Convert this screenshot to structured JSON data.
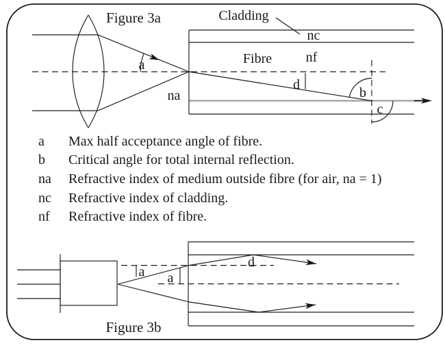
{
  "figure_3a": {
    "title": "Figure 3a",
    "labels": {
      "cladding": "Cladding",
      "nc": "nc",
      "fibre": "Fibre",
      "nf": "nf",
      "a": "a",
      "na": "na",
      "d": "d",
      "b": "b",
      "c": "c"
    }
  },
  "legend": {
    "items": [
      {
        "symbol": "a",
        "description": "Max half acceptance angle of fibre."
      },
      {
        "symbol": "b",
        "description": "Critical angle for total internal reflection."
      },
      {
        "symbol": "na",
        "description": "Refractive index of medium outside fibre (for air, na = 1)"
      },
      {
        "symbol": "nc",
        "description": "Refractive index of cladding."
      },
      {
        "symbol": "nf",
        "description": "Refractive index of fibre."
      }
    ]
  },
  "figure_3b": {
    "title": "Figure 3b",
    "labels": {
      "a1": "a",
      "a2": "a",
      "d": "d"
    }
  },
  "colors": {
    "line": "#1a1a1a",
    "gray_ray": "#9e9e9e",
    "background": "#ffffff"
  }
}
